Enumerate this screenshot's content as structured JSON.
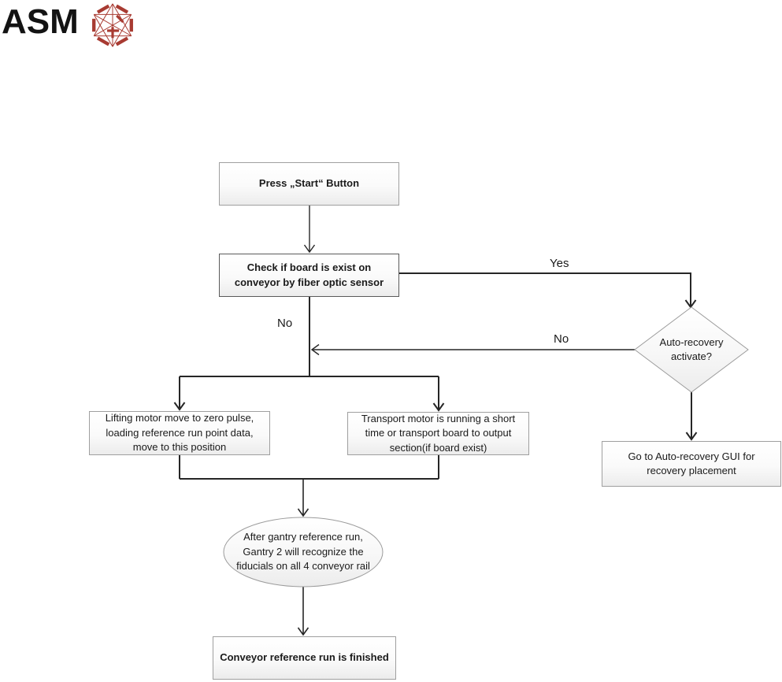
{
  "logo": {
    "text": "ASM",
    "icon": "asm-hexagon-icon",
    "icon_color": "#a83b32",
    "text_color": "#131313"
  },
  "flowchart": {
    "nodes": {
      "start": {
        "label": "Press „Start“ Button",
        "shape": "rect",
        "emphasis": "bold"
      },
      "check_board": {
        "label": "Check if board is exist on conveyor by fiber optic sensor",
        "shape": "rect",
        "emphasis": "bold"
      },
      "lifting_motor": {
        "label": "Lifting motor move to zero pulse, loading reference run point data, move to this position",
        "shape": "rect",
        "emphasis": "regular"
      },
      "transport_motor": {
        "label": "Transport motor is running a short time or transport board to output section(if board exist)",
        "shape": "rect",
        "emphasis": "regular"
      },
      "gantry_reference": {
        "label": "After gantry reference run, Gantry 2 will recognize the fiducials on all 4 conveyor rail",
        "shape": "ellipse",
        "emphasis": "regular"
      },
      "finished": {
        "label": "Conveyor reference run is finished",
        "shape": "rect",
        "emphasis": "bold"
      },
      "auto_recovery_decision": {
        "label": "Auto-recovery activate?",
        "shape": "diamond",
        "emphasis": "regular"
      },
      "auto_recovery_gui": {
        "label": "Go to Auto-recovery GUI for recovery placement",
        "shape": "rect",
        "emphasis": "regular"
      }
    },
    "edge_labels": {
      "yes": "Yes",
      "no_left": "No",
      "no_right": "No"
    },
    "colors": {
      "line": "#262626",
      "box_border": "#9f9f9f",
      "box_border_dark": "#5a5a5a",
      "shape_fill_top": "#ffffff",
      "shape_fill_bottom": "#ececec",
      "text": "#1a1a1a"
    }
  }
}
